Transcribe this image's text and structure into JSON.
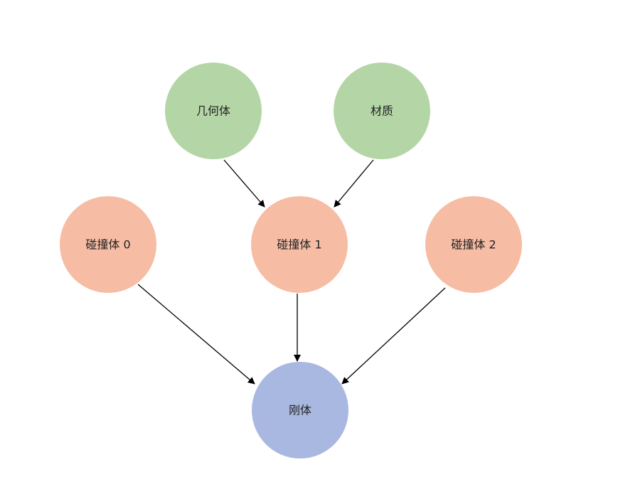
{
  "colors": {
    "green": "#b4d6a6",
    "salmon": "#f6bca4",
    "blue": "#a9b8e0",
    "edge": "#000000",
    "text": "#222222"
  },
  "nodes": [
    {
      "id": "geometry",
      "label": "几何体",
      "color": "green"
    },
    {
      "id": "material",
      "label": "材质",
      "color": "green"
    },
    {
      "id": "collider0",
      "label": "碰撞体 0",
      "color": "salmon"
    },
    {
      "id": "collider1",
      "label": "碰撞体 1",
      "color": "salmon"
    },
    {
      "id": "collider2",
      "label": "碰撞体 2",
      "color": "salmon"
    },
    {
      "id": "rigidbody",
      "label": "刚体",
      "color": "blue"
    }
  ],
  "edges": [
    {
      "from": "geometry",
      "to": "collider1"
    },
    {
      "from": "material",
      "to": "collider1"
    },
    {
      "from": "collider0",
      "to": "rigidbody"
    },
    {
      "from": "collider1",
      "to": "rigidbody"
    },
    {
      "from": "collider2",
      "to": "rigidbody"
    }
  ]
}
